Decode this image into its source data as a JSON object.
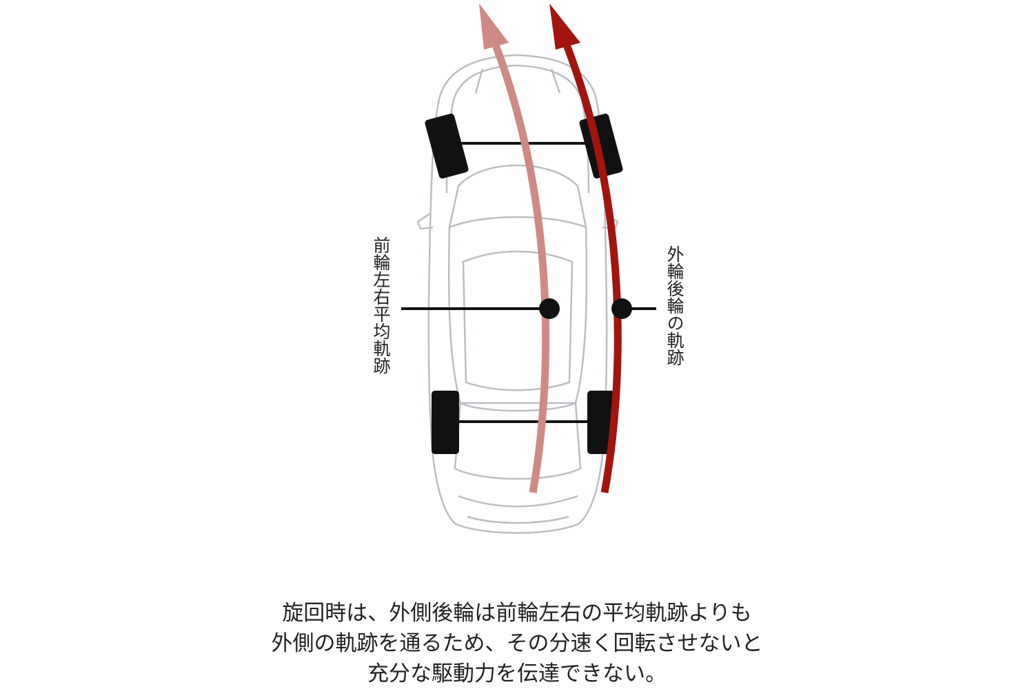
{
  "labels": {
    "front_average": "前輪左右平均軌跡",
    "outer_rear": "外輪後輪の軌跡"
  },
  "caption": {
    "line1": "旋回時は、外側後輪は前輪左右の平均軌跡よりも",
    "line2": "外側の軌跡を通るため、その分速く回転させないと",
    "line3": "充分な駆動力を伝達できない。"
  },
  "colors": {
    "front_average_track": "#d08a85",
    "outer_rear_track": "#a3140f",
    "car_outline": "#b9bec2",
    "wheels": "#111111"
  }
}
